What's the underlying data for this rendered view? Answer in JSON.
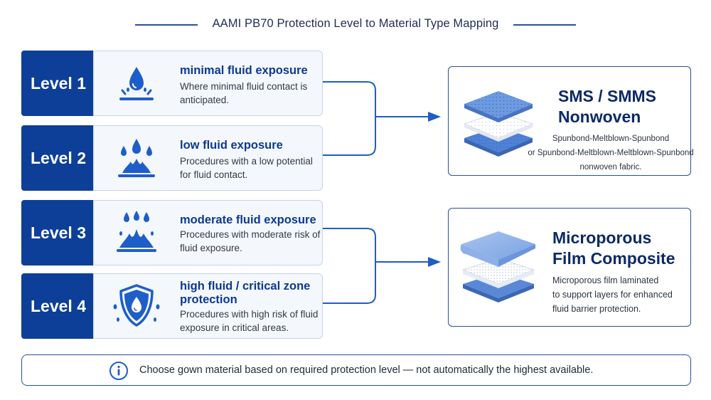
{
  "title": "AAMI PB70 Protection Level to Material Type Mapping",
  "levels": [
    {
      "tab": "Level 1",
      "heading": "minimal fluid exposure",
      "description": "Where minimal fluid contact is anticipated.",
      "icon": "single-droplet-splash-icon"
    },
    {
      "tab": "Level 2",
      "heading": "low fluid exposure",
      "description": "Procedures with a low potential for fluid contact.",
      "icon": "droplets-splash-icon"
    },
    {
      "tab": "Level 3",
      "heading": "moderate fluid exposure",
      "description": "Procedures with moderate risk of fluid exposure.",
      "icon": "multiple-droplets-splash-icon"
    },
    {
      "tab": "Level 4",
      "heading": "high fluid / critical zone protection",
      "description": "Procedures with high risk of fluid exposure in critical areas.",
      "icon": "shield-droplet-icon"
    }
  ],
  "materials": [
    {
      "title_line1": "SMS / SMMS",
      "title_line2": "Nonwoven",
      "desc_lines": [
        "Spunbond-Meltblown-Spunbond",
        "or Spunbond-Meltblown-Meltblown-Spunbond",
        "nonwoven fabric."
      ],
      "icon": "layered-nonwoven-icon"
    },
    {
      "title_line1": "Microporous",
      "title_line2": "Film Composite",
      "desc_lines": [
        "Microporous film laminated",
        "to support layers for enhanced",
        "fluid barrier protection."
      ],
      "icon": "layered-film-composite-icon"
    }
  ],
  "note": {
    "text": "Choose gown material based on required protection level — not automatically the highest available.",
    "icon": "info-icon"
  },
  "colors": {
    "primary": "#0d3f99",
    "accent": "#1e5ec8",
    "card_bg": "#f4f7fc",
    "card_border": "#c7d4ec"
  }
}
